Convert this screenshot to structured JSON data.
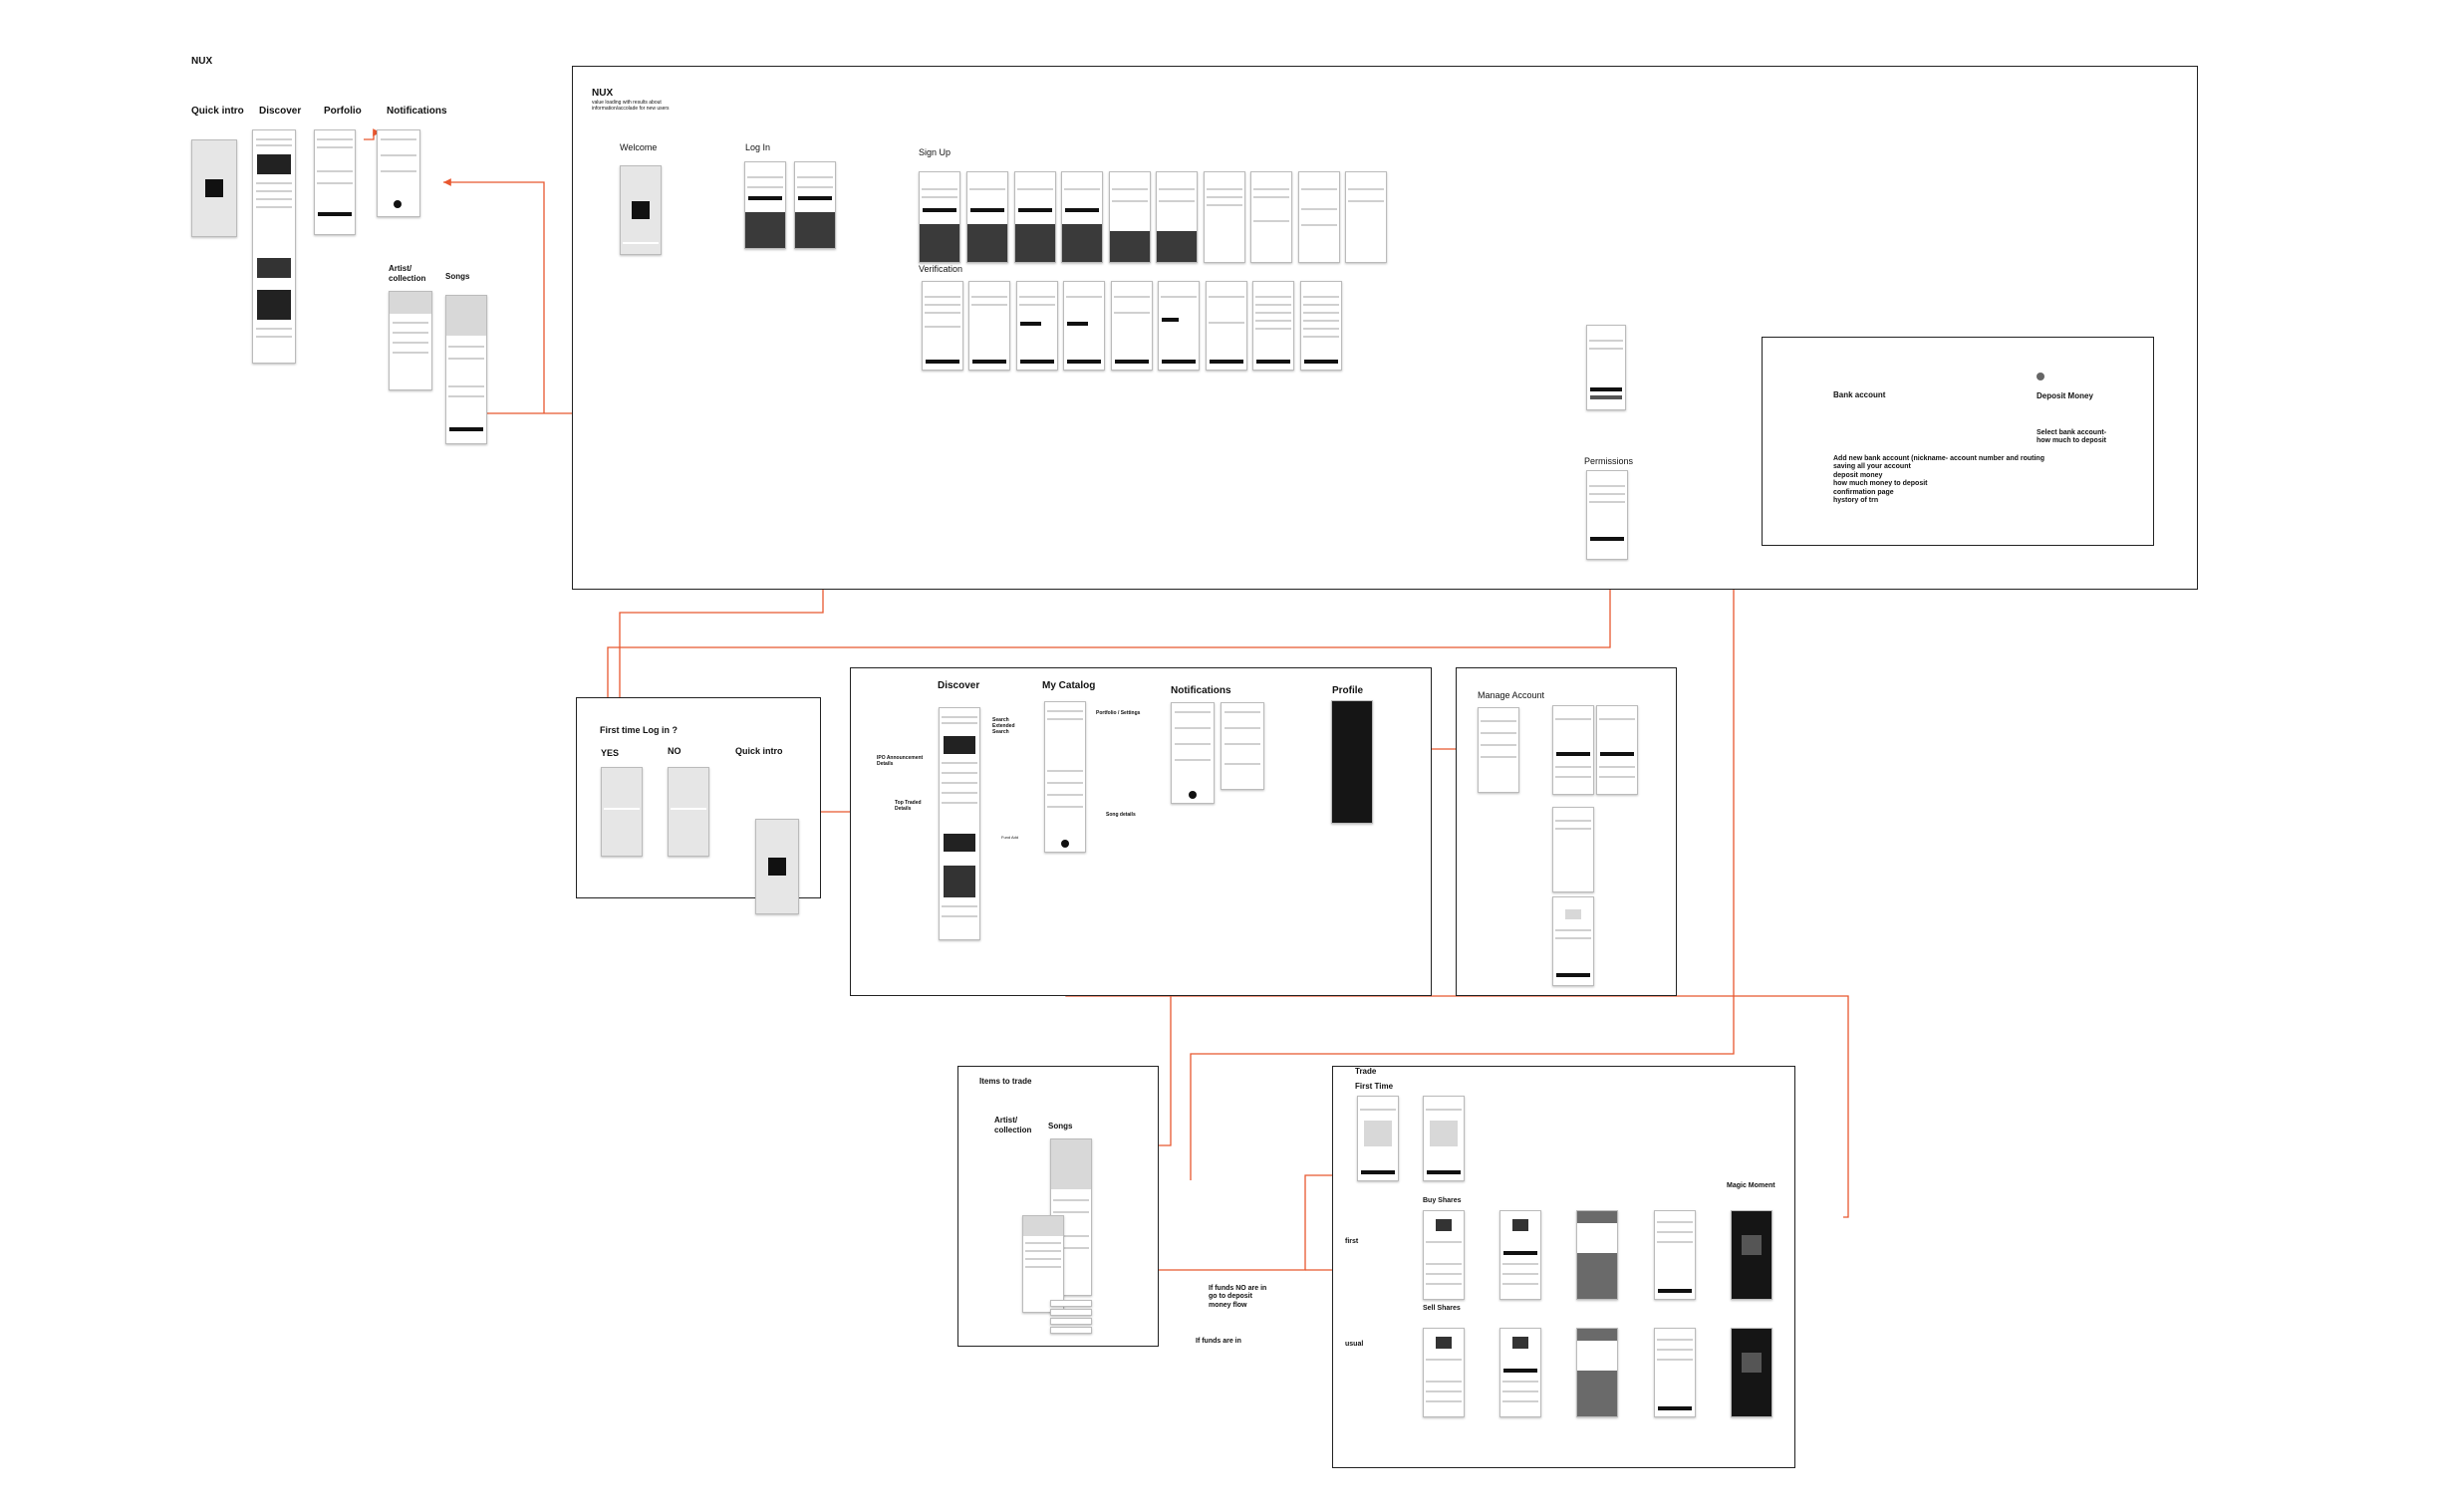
{
  "colors": {
    "arrow": "#e8572f",
    "frame": "#222222",
    "phone_border": "#bbbbbb"
  },
  "nux_left": {
    "title": "NUX",
    "quick_intro": "Quick intro",
    "discover": "Discover",
    "portfolio": "Porfolio",
    "notifications": "Notifications",
    "artist_collection": "Artist/\ncollection",
    "songs": "Songs"
  },
  "nux_frame": {
    "title": "NUX",
    "subtitle": "value loading with results about\ninformation/accolade for new users",
    "welcome": "Welcome",
    "login": "Log In",
    "signup": "Sign Up",
    "verification": "Verification",
    "permissions": "Permissions"
  },
  "bank_frame": {
    "bank_account": "Bank account",
    "deposit_money": "Deposit Money",
    "select_bank": "Select bank account-\nhow much to deposit",
    "add_bank": "Add new bank account (nickname- account number and routing\nsaving all your account\ndeposit money\nhow much money to deposit\nconfirmation page\nhystory of trn"
  },
  "first_time_frame": {
    "title": "First time Log in  ?",
    "yes": "YES",
    "no": "NO",
    "quick_intro": "Quick intro"
  },
  "main_frame": {
    "discover": "Discover",
    "my_catalog": "My Catalog",
    "notifications": "Notifications",
    "profile": "Profile",
    "search": "Search\nExtended\nSearch",
    "ipo_announcement": "IPO Announcement\nDetails",
    "top_traded": "Top Traded\nDetails",
    "portfolio_settings": "Portfolio / Settings",
    "song_details": "Song details",
    "fund_link": "Fund Add"
  },
  "manage_frame": {
    "title": "Manage Account"
  },
  "items_frame": {
    "title": "Items to trade",
    "artist_collection": "Artist/\ncollection",
    "songs": "Songs"
  },
  "flow_notes": {
    "funds_no": "If funds NO are in\ngo to deposit\nmoney flow",
    "funds_in": "If funds are in"
  },
  "trade_frame": {
    "title": "Trade",
    "first_time": "First Time",
    "buy_shares": "Buy Shares",
    "sell_shares": "Sell Shares",
    "first": "first",
    "usual": "usual",
    "magic_moment": "Magic Moment"
  }
}
